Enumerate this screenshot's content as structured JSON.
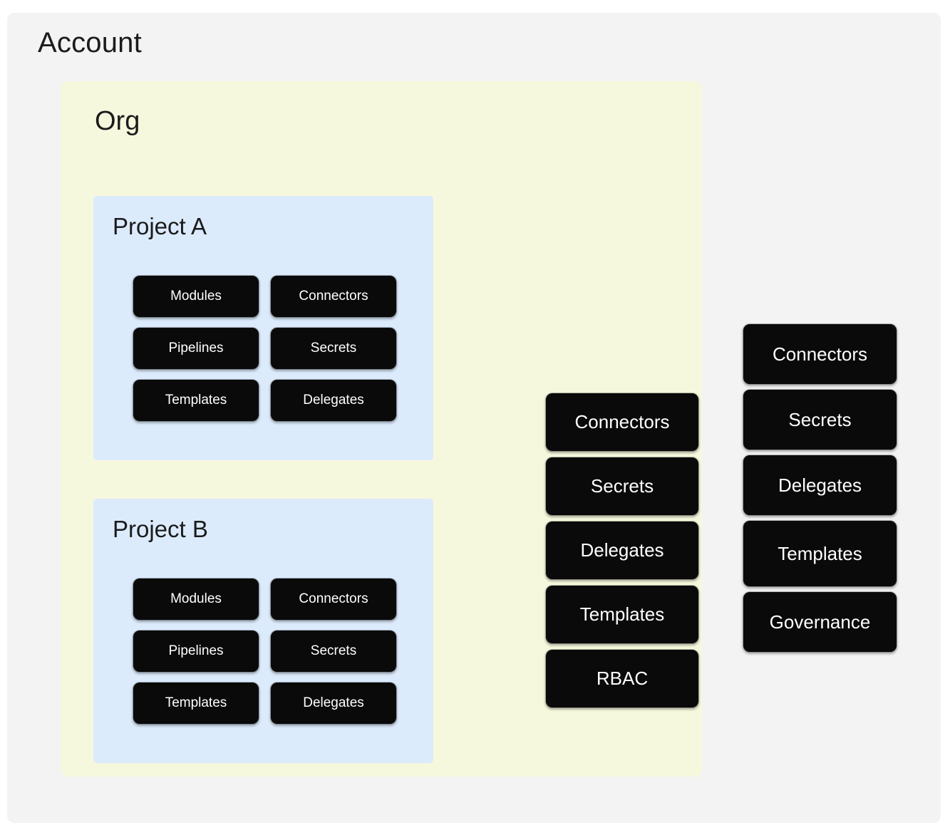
{
  "diagram": {
    "title": "Account",
    "colors": {
      "account_bg": "#f3f3f3",
      "org_bg": "#f6f8de",
      "project_bg": "#dcebfc",
      "chip_bg": "#0a0a0a",
      "chip_text": "#ffffff",
      "page_bg": "#ffffff"
    }
  },
  "account": {
    "label": "Account",
    "scope_items": [
      {
        "label": "Connectors"
      },
      {
        "label": "Secrets"
      },
      {
        "label": "Delegates"
      },
      {
        "label": "Templates"
      },
      {
        "label": "Governance"
      }
    ]
  },
  "org": {
    "label": "Org",
    "scope_items": [
      {
        "label": "Connectors"
      },
      {
        "label": "Secrets"
      },
      {
        "label": "Delegates"
      },
      {
        "label": "Templates"
      },
      {
        "label": "RBAC"
      }
    ]
  },
  "projects": [
    {
      "label": "Project A",
      "items": [
        {
          "label": "Modules"
        },
        {
          "label": "Connectors"
        },
        {
          "label": "Pipelines"
        },
        {
          "label": "Secrets"
        },
        {
          "label": "Templates"
        },
        {
          "label": "Delegates"
        }
      ]
    },
    {
      "label": "Project B",
      "items": [
        {
          "label": "Modules"
        },
        {
          "label": "Connectors"
        },
        {
          "label": "Pipelines"
        },
        {
          "label": "Secrets"
        },
        {
          "label": "Templates"
        },
        {
          "label": "Delegates"
        }
      ]
    }
  ]
}
